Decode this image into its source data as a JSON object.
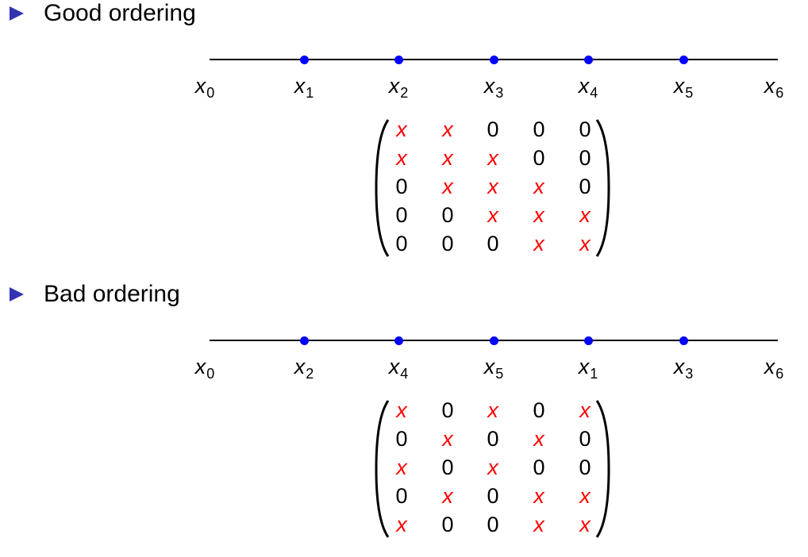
{
  "colors": {
    "bullet": "#3333b2",
    "point": "#0000ff",
    "nonzero": "#ff0000",
    "zero": "#000000",
    "line": "#000000"
  },
  "node_variable": "x",
  "sections": [
    {
      "title": "Good ordering",
      "nodes": [
        {
          "sub": "0",
          "point": false
        },
        {
          "sub": "1",
          "point": true
        },
        {
          "sub": "2",
          "point": true
        },
        {
          "sub": "3",
          "point": true
        },
        {
          "sub": "4",
          "point": true
        },
        {
          "sub": "5",
          "point": true
        },
        {
          "sub": "6",
          "point": false
        }
      ],
      "matrix": [
        [
          "x",
          "x",
          "0",
          "0",
          "0"
        ],
        [
          "x",
          "x",
          "x",
          "0",
          "0"
        ],
        [
          "0",
          "x",
          "x",
          "x",
          "0"
        ],
        [
          "0",
          "0",
          "x",
          "x",
          "x"
        ],
        [
          "0",
          "0",
          "0",
          "x",
          "x"
        ]
      ]
    },
    {
      "title": "Bad ordering",
      "nodes": [
        {
          "sub": "0",
          "point": false
        },
        {
          "sub": "2",
          "point": true
        },
        {
          "sub": "4",
          "point": true
        },
        {
          "sub": "5",
          "point": true
        },
        {
          "sub": "1",
          "point": true
        },
        {
          "sub": "3",
          "point": true
        },
        {
          "sub": "6",
          "point": false
        }
      ],
      "matrix": [
        [
          "x",
          "0",
          "x",
          "0",
          "x"
        ],
        [
          "0",
          "x",
          "0",
          "x",
          "0"
        ],
        [
          "x",
          "0",
          "x",
          "0",
          "0"
        ],
        [
          "0",
          "x",
          "0",
          "x",
          "x"
        ],
        [
          "x",
          "0",
          "0",
          "x",
          "x"
        ]
      ]
    }
  ]
}
